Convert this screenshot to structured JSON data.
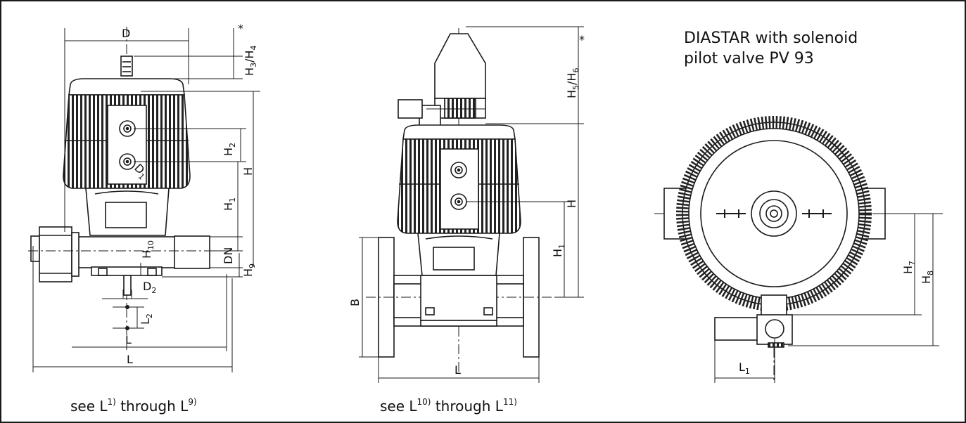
{
  "title": {
    "line1": "DIASTAR with solenoid",
    "line2": "pilot valve PV 93"
  },
  "captions": {
    "left": {
      "pre": "see L",
      "sup1": "1)",
      "mid": " through L",
      "sup2": "9)"
    },
    "middle": {
      "pre": "see L",
      "sup1": "10)",
      "mid": " through L",
      "sup2": "11)"
    }
  },
  "views": [
    {
      "name": "union-end valve",
      "dimensions": [
        "D",
        "H3/H4*",
        "H2",
        "H",
        "H1",
        "D1",
        "DN",
        "H10",
        "H9",
        "D2",
        "L2",
        "L",
        "L"
      ]
    },
    {
      "name": "flanged valve",
      "dimensions": [
        "H5/H6*",
        "H",
        "H1",
        "B",
        "L"
      ]
    },
    {
      "name": "top view with PV 93",
      "dimensions": [
        "H7",
        "H8",
        "L1"
      ]
    }
  ],
  "colors": {
    "line": "#1a1a1a",
    "background": "#ffffff"
  }
}
